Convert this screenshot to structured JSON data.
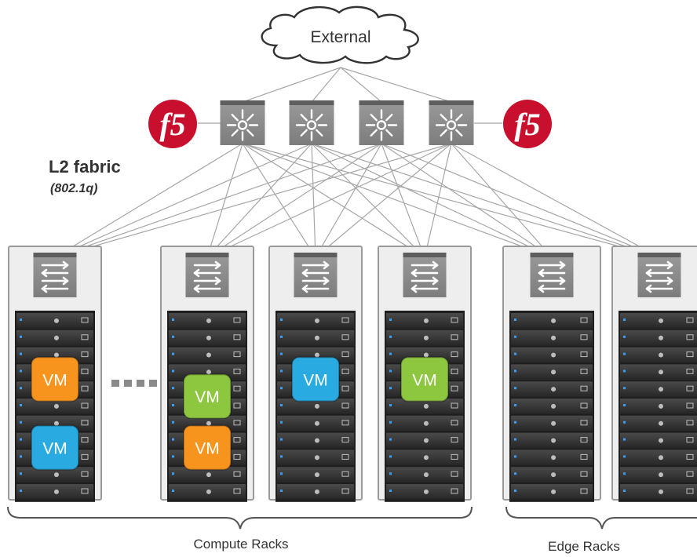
{
  "cloud": {
    "label": "External"
  },
  "fabric": {
    "title": "L2 fabric",
    "subtitle": "(802.1q)"
  },
  "load_balancer": {
    "label": "f5",
    "color": "#c8102e"
  },
  "groups": {
    "compute_label": "Compute Racks",
    "edge_label": "Edge Racks"
  },
  "vm_label": "VM",
  "vm_colors": {
    "orange": "#f7941d",
    "blue": "#29abe2",
    "green": "#8dc63f"
  },
  "spine_switch_count": 4,
  "racks": [
    {
      "id": "compute-1",
      "group": "compute",
      "vms": [
        {
          "color": "orange",
          "slot": 3
        },
        {
          "color": "blue",
          "slot": 7
        }
      ]
    },
    {
      "id": "compute-2",
      "group": "compute",
      "vms": [
        {
          "color": "green",
          "slot": 4
        },
        {
          "color": "orange",
          "slot": 7
        }
      ]
    },
    {
      "id": "compute-3",
      "group": "compute",
      "vms": [
        {
          "color": "blue",
          "slot": 3
        }
      ]
    },
    {
      "id": "compute-4",
      "group": "compute",
      "vms": [
        {
          "color": "green",
          "slot": 3
        }
      ]
    },
    {
      "id": "edge-1",
      "group": "edge",
      "vms": []
    },
    {
      "id": "edge-2",
      "group": "edge",
      "vms": []
    }
  ]
}
